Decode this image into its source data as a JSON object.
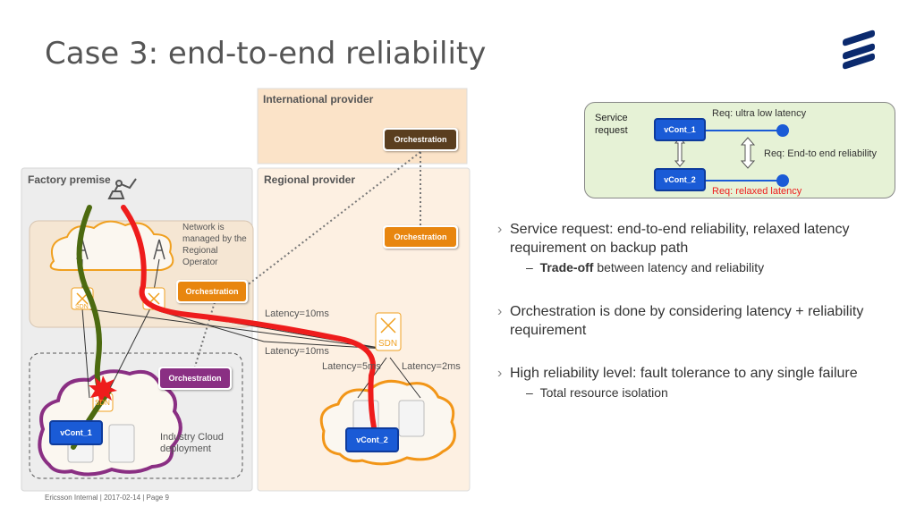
{
  "title": "Case 3: end-to-end reliability",
  "footer": "Ericsson Internal  |  2017-02-14  |  Page 9",
  "diagram": {
    "international_provider": "International provider",
    "regional_provider": "Regional provider",
    "factory_premise": "Factory premise",
    "network_note": "Network is managed by the Regional Operator",
    "orchestration": "Orchestration",
    "sdn": "SDN",
    "latency_a": "Latency=10ms",
    "latency_b": "Latency=10ms",
    "latency_c": "Latency=5ms",
    "latency_d": "Latency=2ms",
    "vcont_1": "vCont_1",
    "vcont_2": "vCont_2",
    "industry_cloud": "Industry Cloud deployment"
  },
  "inset": {
    "service_request": "Service request",
    "req_ultra_low_latency": "Req: ultra low latency",
    "req_end_to_end": "Req: End-to end reliability",
    "req_relaxed": "Req: relaxed latency",
    "vcont_1": "vCont_1",
    "vcont_2": "vCont_2"
  },
  "bullets": [
    {
      "text": "Service request: end-to-end reliability, relaxed latency requirement on backup path",
      "sub": {
        "bold": "Trade-off",
        "rest": " between latency and reliability"
      }
    },
    {
      "text": "Orchestration is done by considering latency + reliability requirement"
    },
    {
      "text": "High reliability level: fault tolerance to any single failure",
      "sub": {
        "bold": "",
        "rest": "Total resource isolation"
      }
    }
  ],
  "colors": {
    "orchestration_orange": "#e8860f",
    "orchestration_purple": "#8a2f83",
    "primary_path": "#ee1c1c",
    "backup_path": "#4c6a10",
    "vcont_blue": "#1a5bd6",
    "ericsson_blue": "#0b2a6e"
  }
}
